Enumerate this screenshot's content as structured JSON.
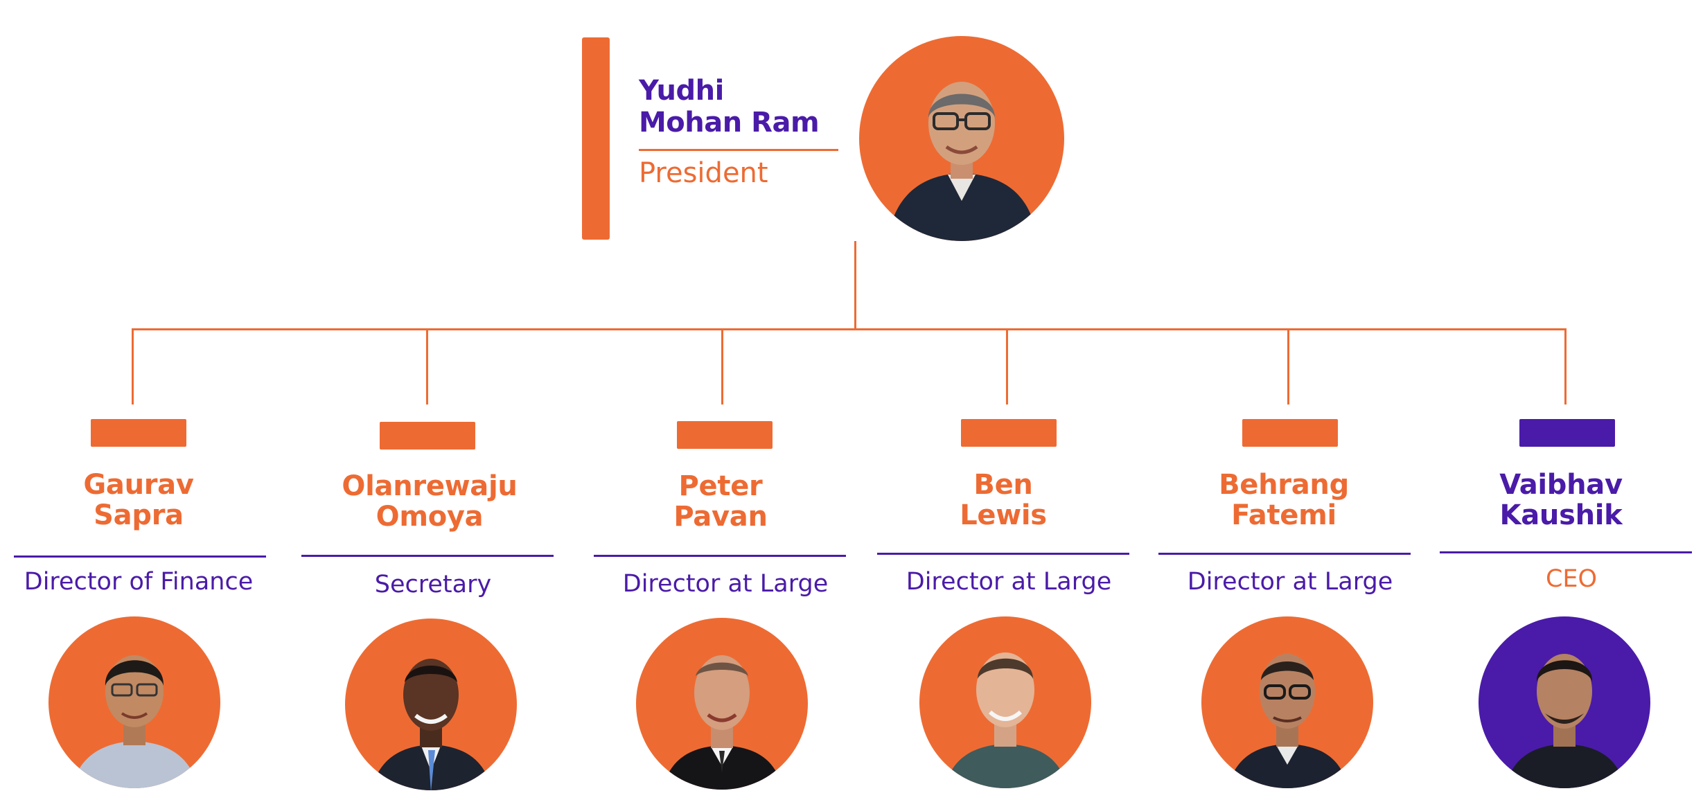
{
  "colors": {
    "accent": "#ED6B33",
    "purple": "#4A1BA8",
    "background": "#FFFFFF"
  },
  "president": {
    "name_line1": "Yudhi",
    "name_line2": "Mohan Ram",
    "role": "President"
  },
  "members": [
    {
      "first": "Gaurav",
      "last": "Sapra",
      "role": "Director of Finance"
    },
    {
      "first": "Olanrewaju",
      "last": "Omoya",
      "role": "Secretary"
    },
    {
      "first": "Peter",
      "last": "Pavan",
      "role": "Director at Large"
    },
    {
      "first": "Ben",
      "last": "Lewis",
      "role": "Director at Large"
    },
    {
      "first": "Behrang",
      "last": "Fatemi",
      "role": "Director at Large"
    },
    {
      "first": "Vaibhav",
      "last": "Kaushik",
      "role": "CEO"
    }
  ]
}
